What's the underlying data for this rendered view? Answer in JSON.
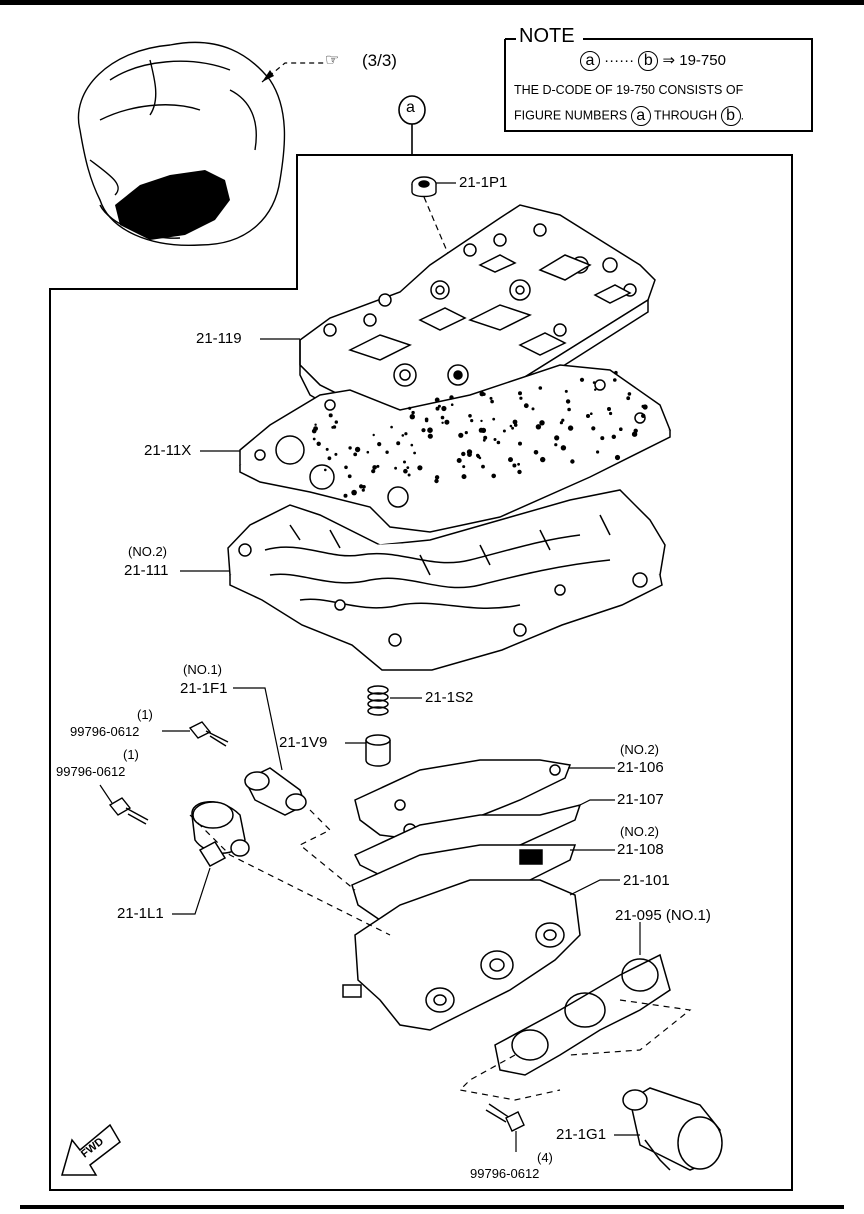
{
  "note": {
    "title": "NOTE",
    "marker_a": "a",
    "marker_b": "b",
    "ref_arrow": "⇒",
    "ref_code": "19-750",
    "line2": "THE D-CODE OF  19-750  CONSISTS OF",
    "line3_prefix": "FIGURE NUMBERS",
    "line3_mid": "THROUGH",
    "line3_end": "."
  },
  "overview_ref": {
    "icon": "pointing-hand-icon",
    "page": "(3/3)"
  },
  "marker_a_top": "a",
  "parts": {
    "p21_1P1": "21-1P1",
    "p21_119": "21-119",
    "p21_11X": "21-11X",
    "p21_111_note": "(NO.2)",
    "p21_111": "21-111",
    "p21_1F1_note": "(NO.1)",
    "p21_1F1": "21-1F1",
    "bolt1_qty": "(1)",
    "bolt1": "99796-0612",
    "bolt2_qty": "(1)",
    "bolt2": "99796-0612",
    "p21_1S2": "21-1S2",
    "p21_1V9": "21-1V9",
    "p21_106_note": "(NO.2)",
    "p21_106": "21-106",
    "p21_107": "21-107",
    "p21_108_note": "(NO.2)",
    "p21_108": "21-108",
    "p21_101": "21-101",
    "p21_095": "21-095 (NO.1)",
    "p21_1L1": "21-1L1",
    "p21_1G1": "21-1G1",
    "bolt3_qty": "(4)",
    "bolt3": "99796-0612",
    "fwd": "FWD"
  }
}
